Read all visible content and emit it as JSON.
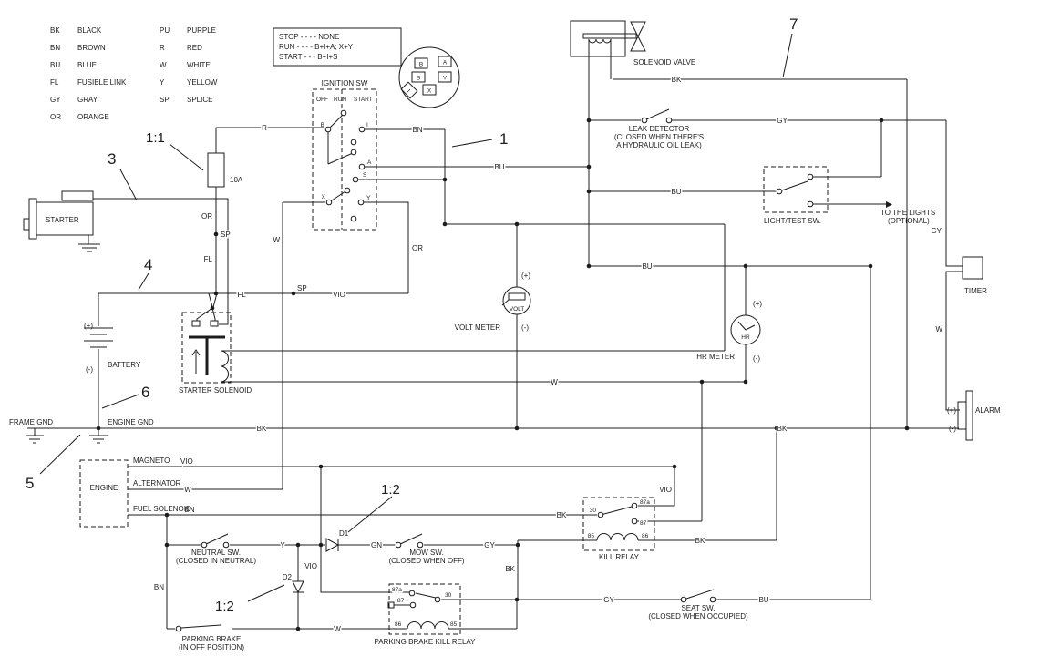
{
  "legend_col1": [
    {
      "abbr": "BK",
      "name": "BLACK"
    },
    {
      "abbr": "BN",
      "name": "BROWN"
    },
    {
      "abbr": "BU",
      "name": "BLUE"
    },
    {
      "abbr": "FL",
      "name": "FUSIBLE LINK"
    },
    {
      "abbr": "GY",
      "name": "GRAY"
    },
    {
      "abbr": "OR",
      "name": "ORANGE"
    }
  ],
  "legend_col2": [
    {
      "abbr": "PU",
      "name": "PURPLE"
    },
    {
      "abbr": "R",
      "name": "RED"
    },
    {
      "abbr": "W",
      "name": "WHITE"
    },
    {
      "abbr": "Y",
      "name": "YELLOW"
    },
    {
      "abbr": "SP",
      "name": "SPLICE"
    }
  ],
  "mode_box": {
    "stop": "STOP - - - -  NONE",
    "run": "RUN  - - - -  B+I+A; X+Y",
    "start": "START  - - -  B+I+S"
  },
  "key_connector": {
    "b": "B",
    "a": "A",
    "s": "S",
    "y": "Y",
    "x": "X",
    "i": "I"
  },
  "ignition": {
    "title": "IGNITION SW",
    "pos_off": "OFF",
    "pos_run": "RUN",
    "pos_start": "START",
    "t_b": "B",
    "t_i": "I",
    "t_a": "A",
    "t_s": "S",
    "t_x": "X",
    "t_y": "Y"
  },
  "wires": {
    "bk": "BK",
    "bn": "BN",
    "bu": "BU",
    "fl": "FL",
    "gy": "GY",
    "or": "OR",
    "r": "R",
    "w": "W",
    "y": "Y",
    "sp": "SP",
    "vio": "VIO",
    "gn": "GN"
  },
  "pins": {
    "p30": "30",
    "p87a": "87a",
    "p87": "87",
    "p85": "85",
    "p86": "86"
  },
  "signs": {
    "plus": "(+)",
    "minus": "(-)"
  },
  "callouts": {
    "n1": "1",
    "n3": "3",
    "n4": "4",
    "n5": "5",
    "n6": "6",
    "n7": "7",
    "r11": "1:1",
    "r12": "1:2"
  },
  "labels": {
    "starter": "STARTER",
    "battery": "BATTERY",
    "starter_solenoid": "STARTER SOLENOID",
    "frame_gnd": "FRAME GND",
    "engine_gnd": "ENGINE GND",
    "engine": "ENGINE",
    "magneto": "MAGNETO",
    "alternator": "ALTERNATOR",
    "fuel_solenoid": "FUEL SOLENOID",
    "fuse": "10A",
    "d1": "D1",
    "d2": "D2",
    "neutral_sw_1": "NEUTRAL SW.",
    "neutral_sw_2": "(CLOSED IN NEUTRAL)",
    "mow_sw_1": "MOW SW.",
    "mow_sw_2": "(CLOSED WHEN OFF)",
    "seat_sw_1": "SEAT SW.",
    "seat_sw_2": "(CLOSED WHEN OCCUPIED)",
    "parking_brake_1": "PARKING BRAKE",
    "parking_brake_2": "(IN OFF POSITION)",
    "pb_kill_relay": "PARKING BRAKE KILL RELAY",
    "kill_relay": "KILL RELAY",
    "leak_1": "LEAK DETECTOR",
    "leak_2": "(CLOSED WHEN THERE'S",
    "leak_3": "A HYDRAULIC OIL LEAK)",
    "light_test_sw": "LIGHT/TEST SW.",
    "to_lights_1": "TO THE LIGHTS",
    "to_lights_2": "(OPTIONAL)",
    "solenoid_valve": "SOLENOID VALVE",
    "volt_meter": "VOLT METER",
    "volt_face": "VOLT",
    "hr_meter": "HR METER",
    "hr_face": "HR",
    "timer": "TIMER",
    "alarm": "ALARM"
  }
}
